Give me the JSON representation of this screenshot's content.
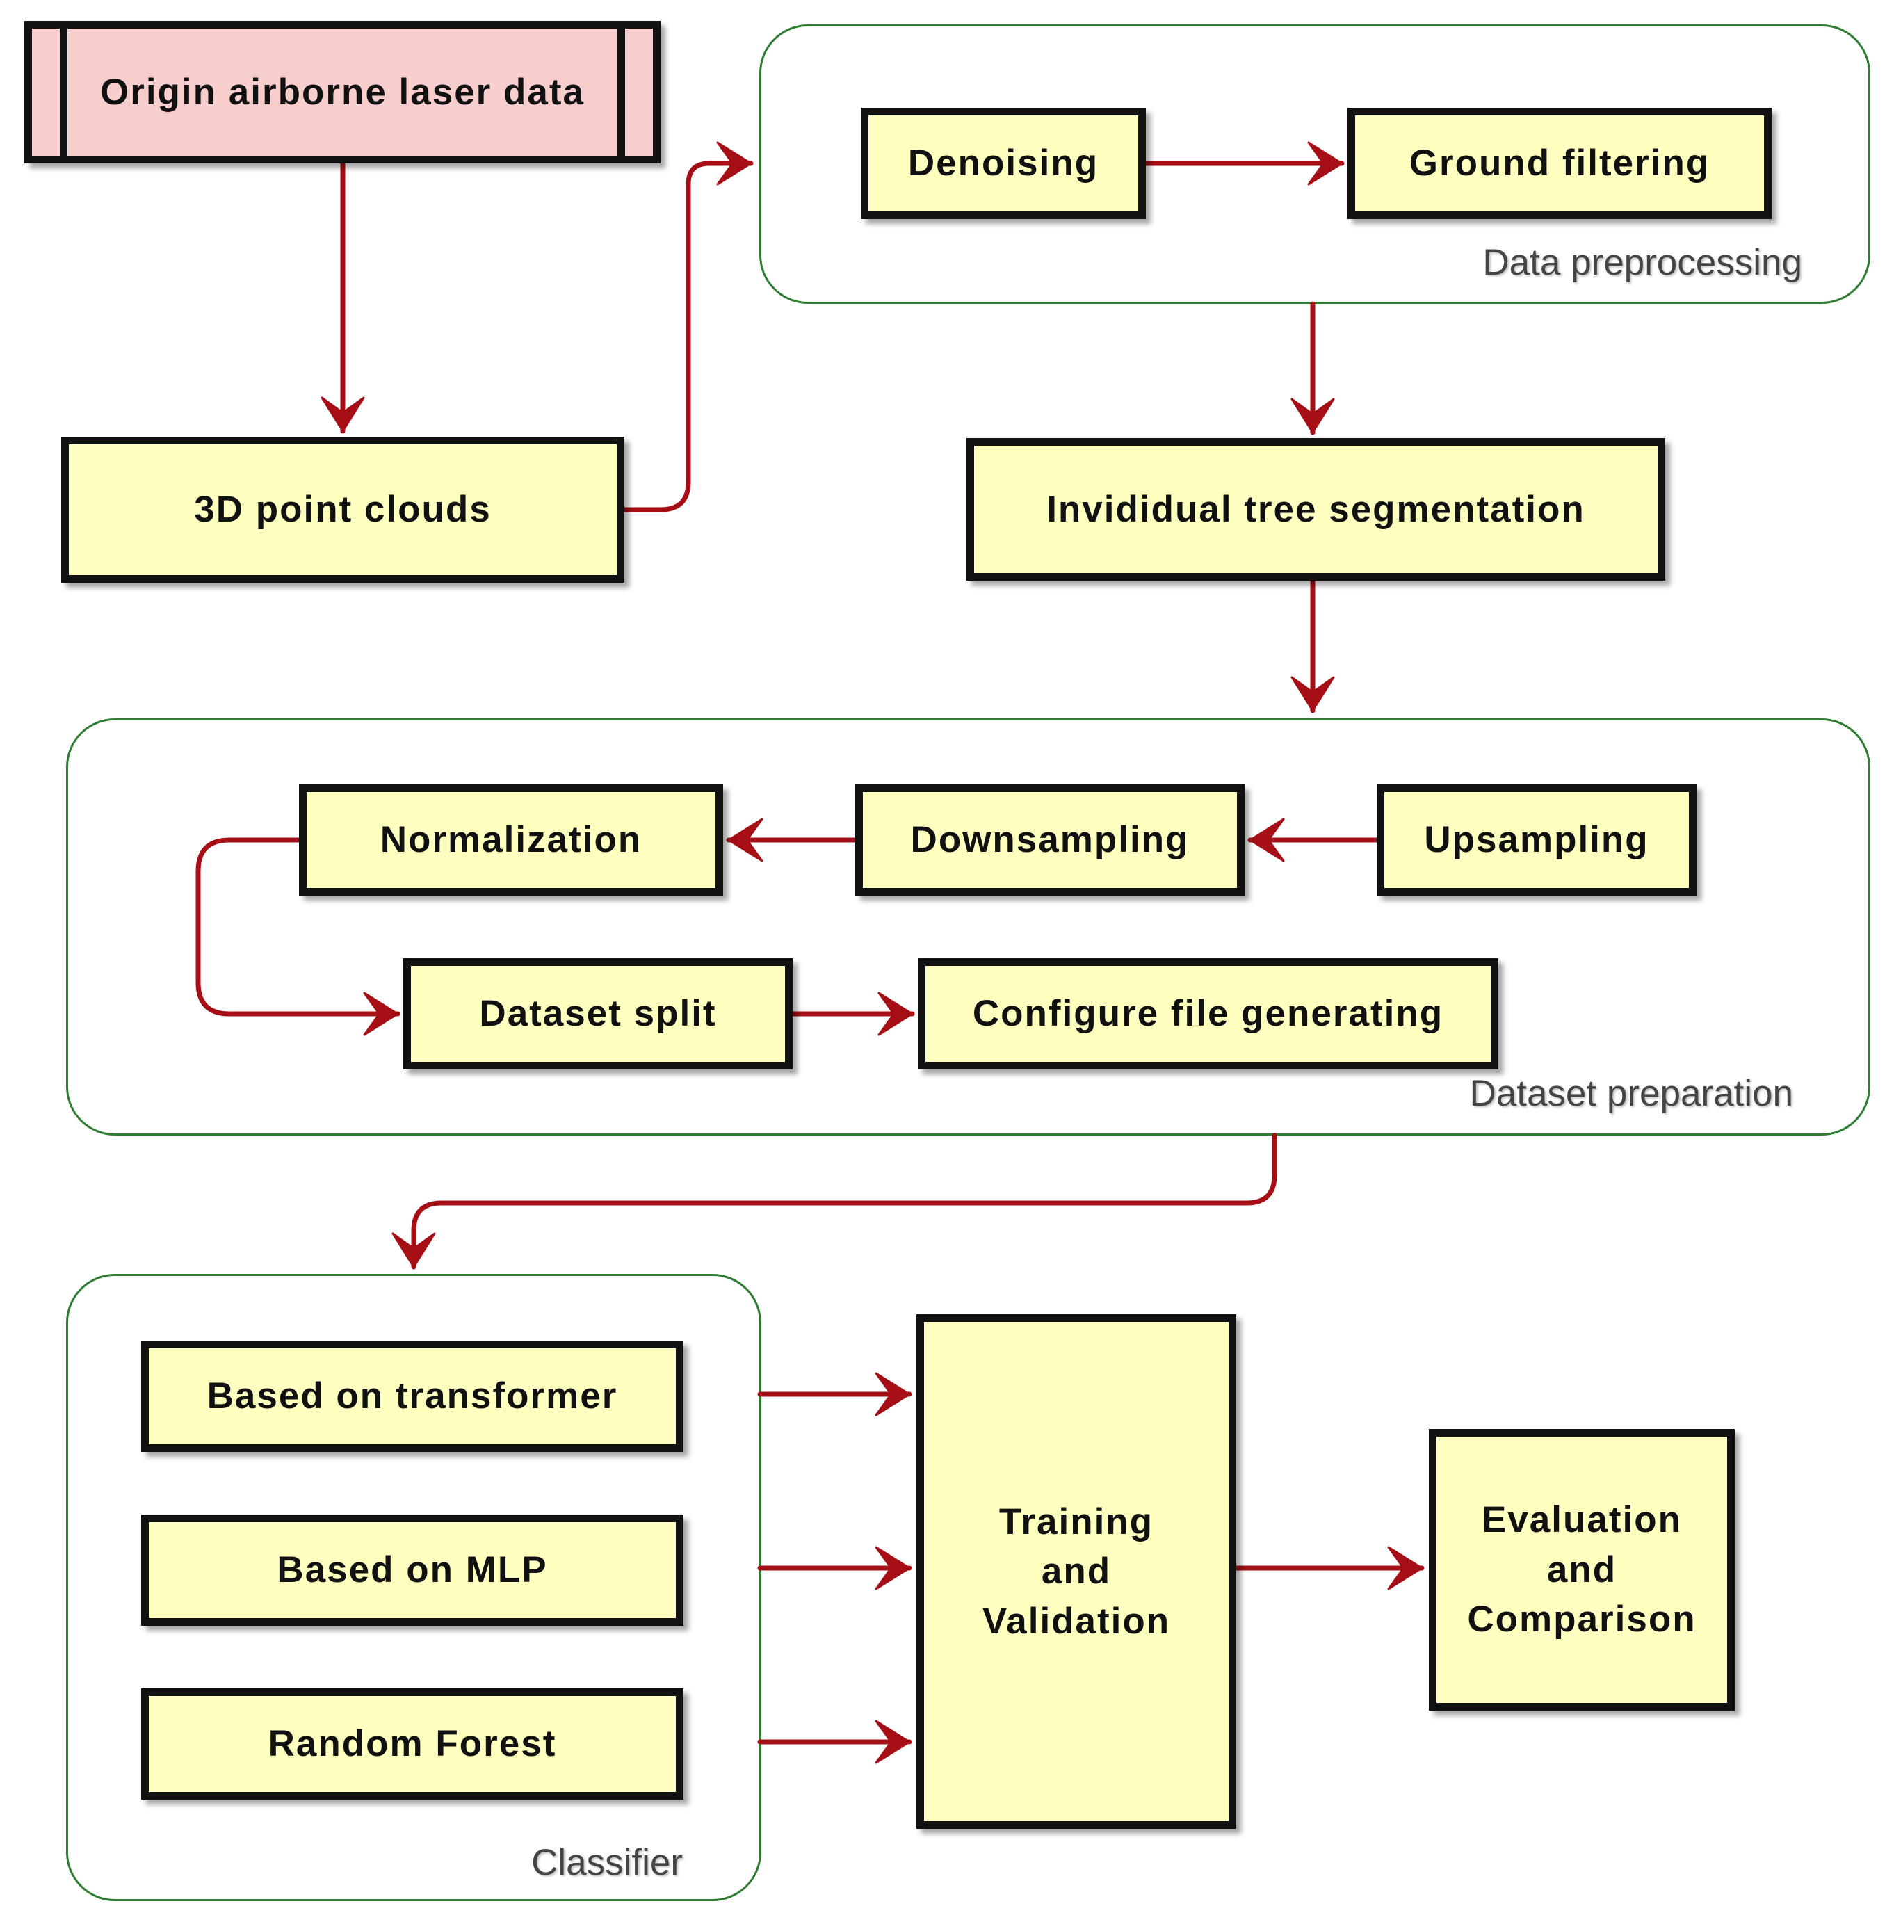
{
  "colors": {
    "connector": "#a50f15",
    "group_border": "#2e7d32",
    "box_fill": "#ffffc0",
    "origin_fill": "#f8cecc",
    "box_border": "#111111"
  },
  "nodes": {
    "origin": "Origin airborne laser data",
    "point_clouds": "3D point clouds",
    "denoising": "Denoising",
    "ground_filtering": "Ground filtering",
    "tree_segmentation": "Invididual tree segmentation",
    "normalization": "Normalization",
    "downsampling": "Downsampling",
    "upsampling": "Upsampling",
    "dataset_split": "Dataset split",
    "configure_file": "Configure file generating",
    "transformer": "Based on transformer",
    "mlp": "Based on MLP",
    "random_forest": "Random Forest",
    "training": "Training\nand\nValidation",
    "evaluation": "Evaluation\nand\nComparison"
  },
  "groups": {
    "data_preprocessing": "Data preprocessing",
    "dataset_preparation": "Dataset preparation",
    "classifier": "Classifier"
  },
  "edges": [
    {
      "from": "origin",
      "to": "point_clouds"
    },
    {
      "from": "point_clouds",
      "to": "data_preprocessing"
    },
    {
      "from": "denoising",
      "to": "ground_filtering"
    },
    {
      "from": "data_preprocessing",
      "to": "tree_segmentation"
    },
    {
      "from": "tree_segmentation",
      "to": "dataset_preparation"
    },
    {
      "from": "upsampling",
      "to": "downsampling"
    },
    {
      "from": "downsampling",
      "to": "normalization"
    },
    {
      "from": "normalization",
      "to": "dataset_split"
    },
    {
      "from": "dataset_split",
      "to": "configure_file"
    },
    {
      "from": "dataset_preparation",
      "to": "classifier"
    },
    {
      "from": "transformer",
      "to": "training"
    },
    {
      "from": "mlp",
      "to": "training"
    },
    {
      "from": "random_forest",
      "to": "training"
    },
    {
      "from": "training",
      "to": "evaluation"
    }
  ]
}
